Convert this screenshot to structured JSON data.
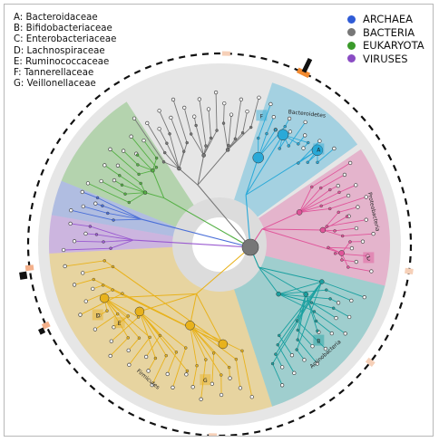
{
  "key": [
    {
      "letter": "A",
      "name": "Bacteroidaceae"
    },
    {
      "letter": "B",
      "name": "Bifidobacteriaceae"
    },
    {
      "letter": "C",
      "name": "Enterobacteriaceae"
    },
    {
      "letter": "D",
      "name": "Lachnospiraceae"
    },
    {
      "letter": "E",
      "name": "Ruminococcaceae"
    },
    {
      "letter": "F",
      "name": "Tannerellaceae"
    },
    {
      "letter": "G",
      "name": "Veillonellaceae"
    }
  ],
  "legend": [
    {
      "label": "ARCHAEA",
      "color": "#2f5bd6"
    },
    {
      "label": "BACTERIA",
      "color": "#777777"
    },
    {
      "label": "EUKARYOTA",
      "color": "#3a9a2a"
    },
    {
      "label": "VIRUSES",
      "color": "#8a4cc4"
    }
  ],
  "clades": {
    "bacteroidetes": "Bacteroidetes",
    "proteobacteria": "Proteobacteria",
    "actinobacteria": "Actinobacteria",
    "firmicutes": "Firmicutes"
  },
  "family_markers": [
    "A",
    "B",
    "C",
    "D",
    "E",
    "F",
    "G"
  ],
  "colors": {
    "bacteroidetes": "#29a9d8",
    "proteobacteria": "#e0559a",
    "actinobacteria": "#1aa0a0",
    "firmicutes": "#e8b21c",
    "eukaryota": "#55b045",
    "archaea": "#4a6fd8",
    "viruses": "#9a5ad0",
    "unassigned": "#666666"
  }
}
